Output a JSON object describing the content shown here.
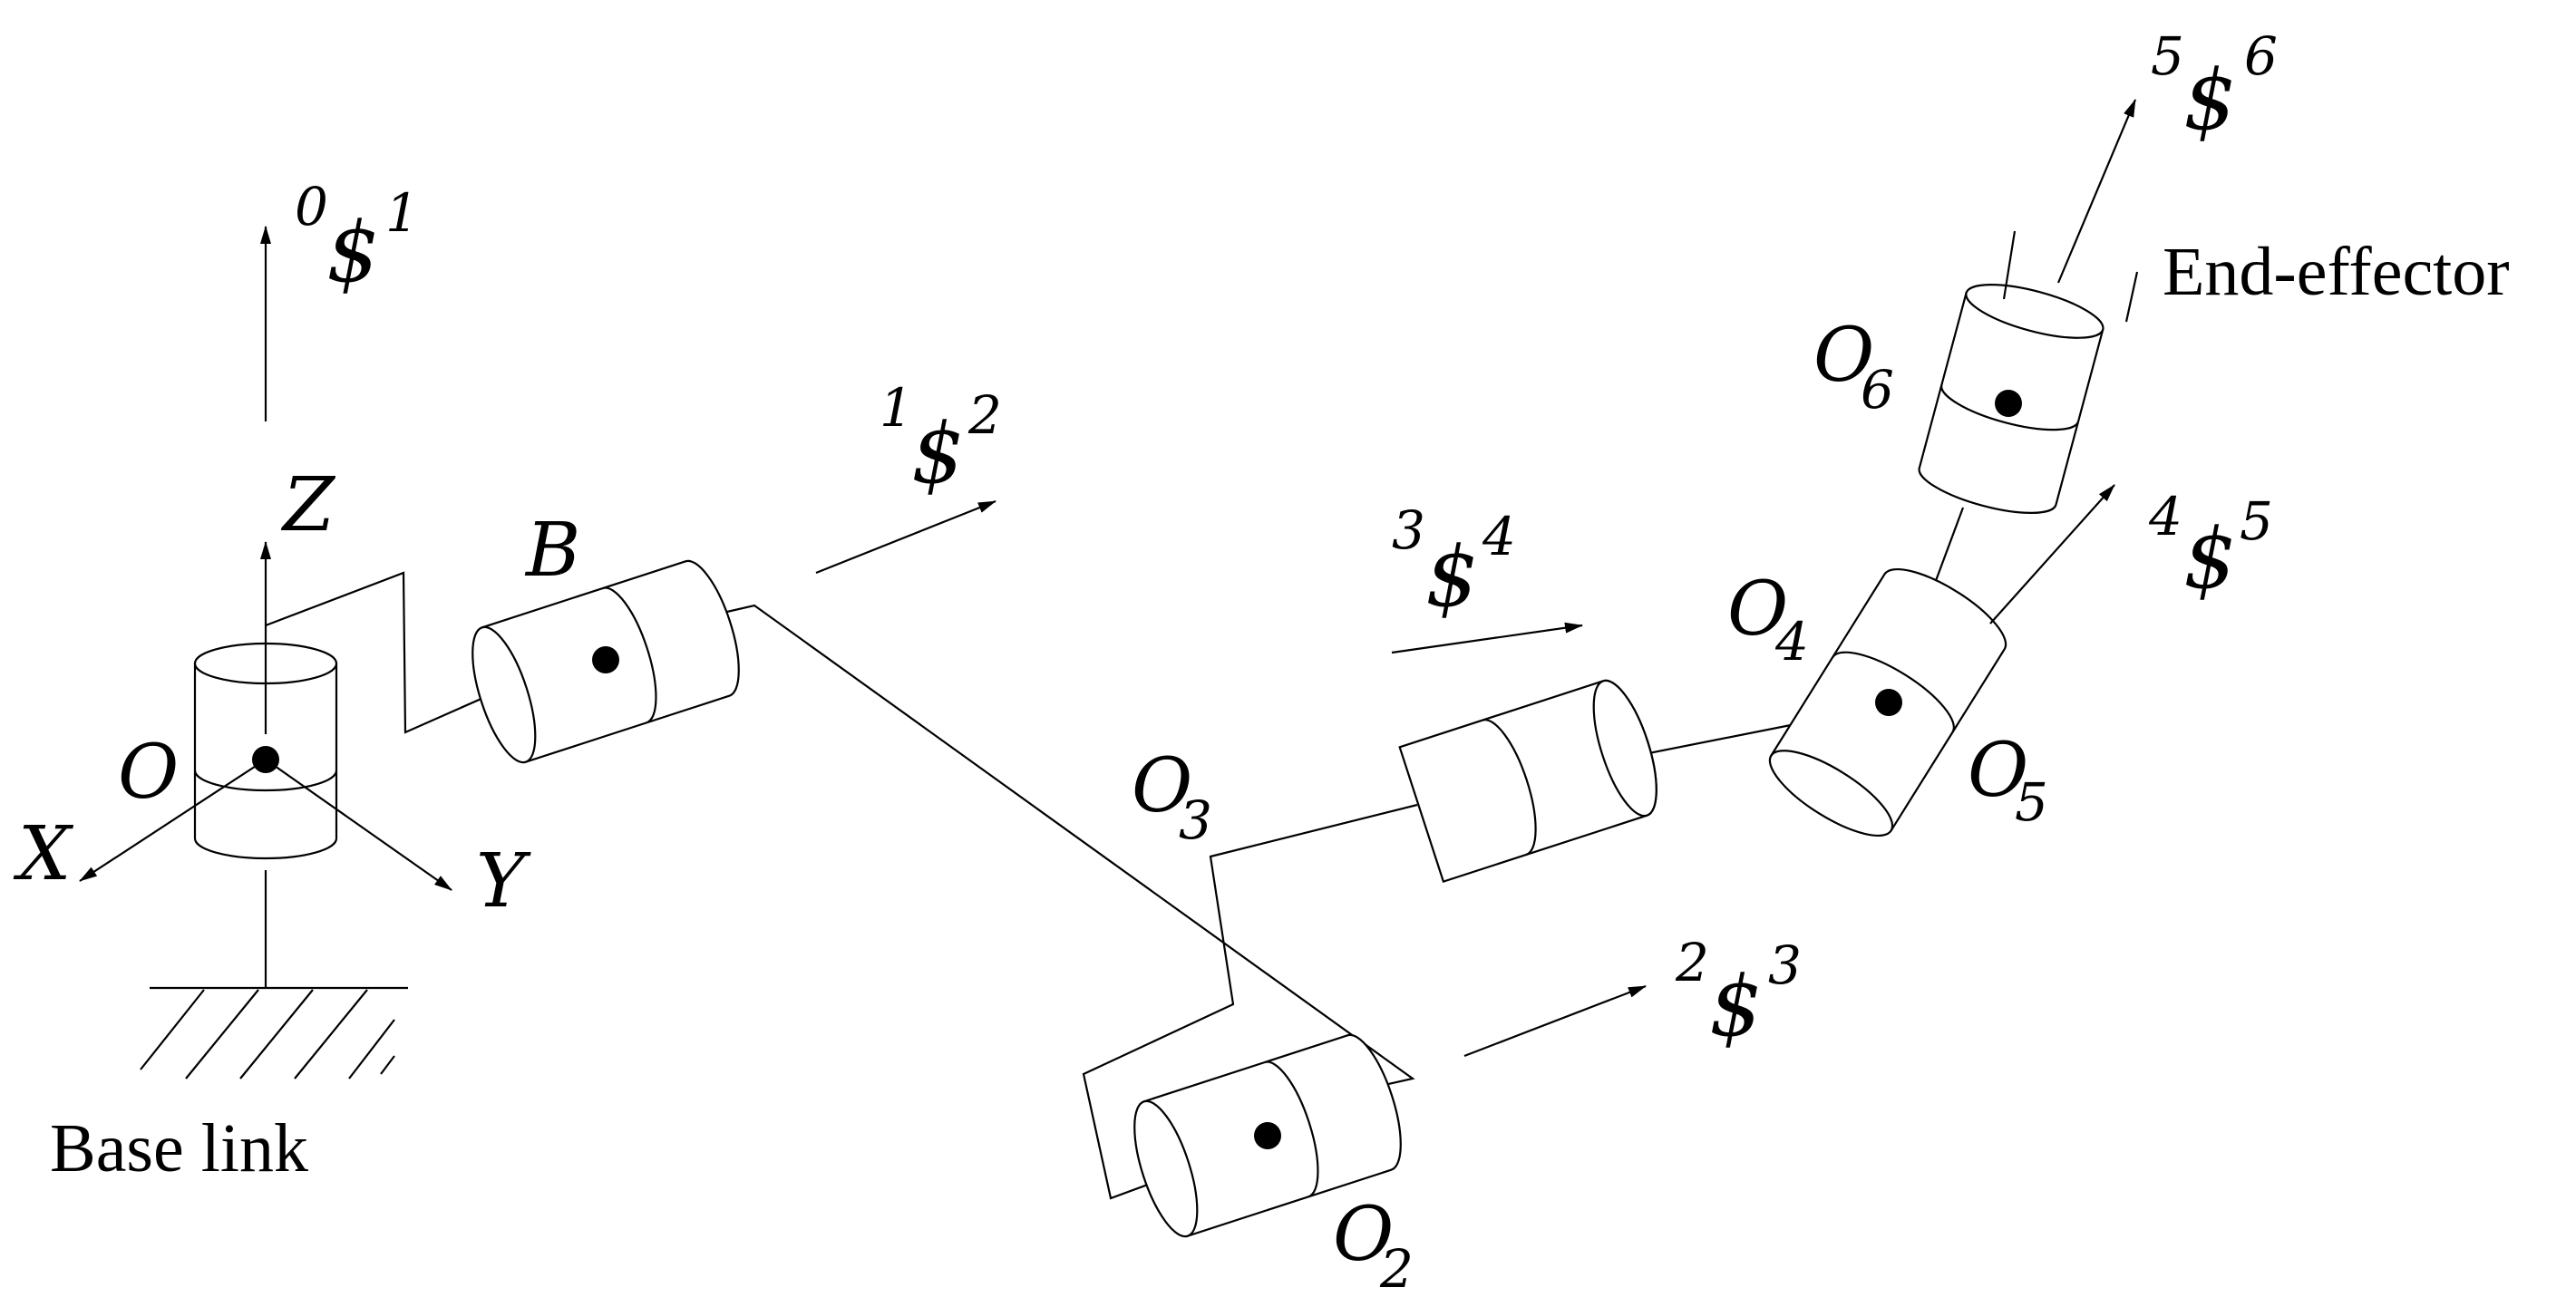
{
  "labels": {
    "base_link": "Base link",
    "end_effector": "End-effector",
    "origin": "O",
    "point_b": "B",
    "o2": {
      "base": "O",
      "sub": "2"
    },
    "o3": {
      "base": "O",
      "sub": "3"
    },
    "o4": {
      "base": "O",
      "sub": "4"
    },
    "o5": {
      "base": "O",
      "sub": "5"
    },
    "o6": {
      "base": "O",
      "sub": "6"
    },
    "axis_x": "X",
    "axis_y": "Y",
    "axis_z": "Z"
  },
  "screws": [
    {
      "pre": "0",
      "sym": "$",
      "post": "1"
    },
    {
      "pre": "1",
      "sym": "$",
      "post": "2"
    },
    {
      "pre": "2",
      "sym": "$",
      "post": "3"
    },
    {
      "pre": "3",
      "sym": "$",
      "post": "4"
    },
    {
      "pre": "4",
      "sym": "$",
      "post": "5"
    },
    {
      "pre": "5",
      "sym": "$",
      "post": "6"
    }
  ]
}
